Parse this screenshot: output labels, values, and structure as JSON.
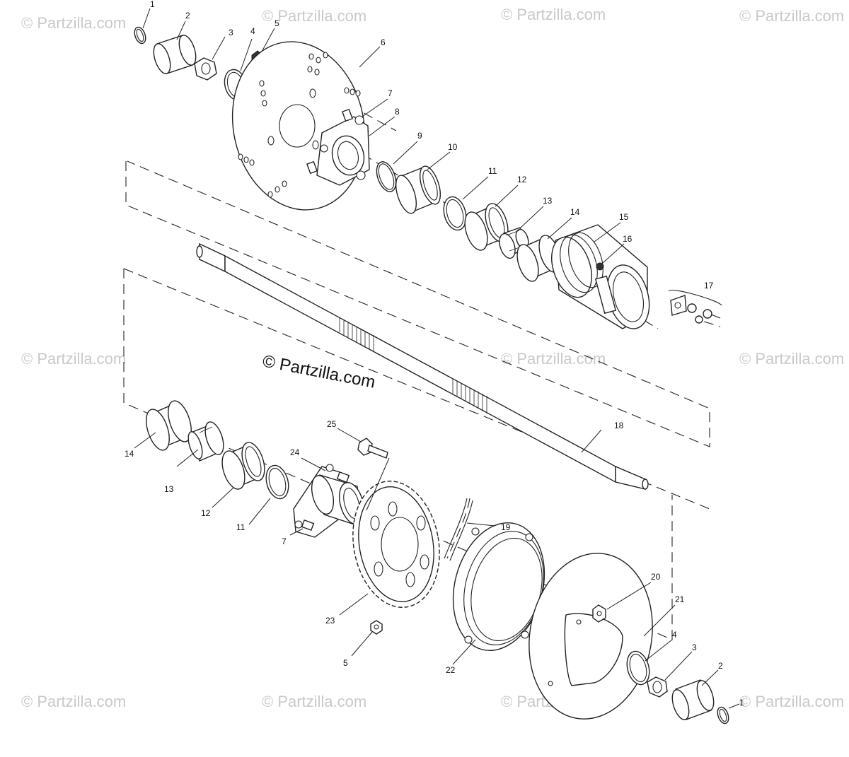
{
  "watermark": {
    "text": "© Partzilla.com"
  },
  "center_watermark": {
    "text": "© Partzilla.com"
  },
  "callouts": {
    "c1a": "1",
    "c2a": "2",
    "c3a": "3",
    "c4a": "4",
    "c5a": "5",
    "c6": "6",
    "c7a": "7",
    "c8": "8",
    "c9": "9",
    "c10": "10",
    "c11a": "11",
    "c12a": "12",
    "c13a": "13",
    "c14a": "14",
    "c15": "15",
    "c16": "16",
    "c17": "17",
    "c18": "18",
    "c14b": "14",
    "c13b": "13",
    "c12b": "12",
    "c11b": "11",
    "c25": "25",
    "c24": "24",
    "c7b": "7",
    "c19": "19",
    "c23": "23",
    "c5b": "5",
    "c22": "22",
    "c20": "20",
    "c21": "21",
    "c4b": "4",
    "c3b": "3",
    "c2b": "2",
    "c1b": "1"
  }
}
